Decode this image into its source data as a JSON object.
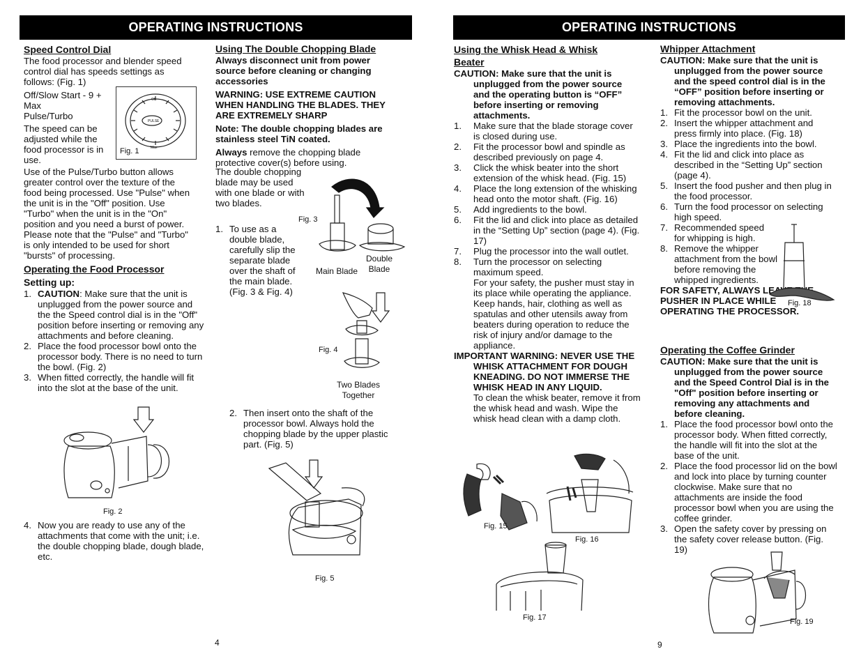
{
  "left_page": {
    "banner": "OPERATING INSTRUCTIONS",
    "page_number": "4",
    "speed_control": {
      "heading": "Speed Control Dial",
      "p1": "The food processor and blender speed control dial has speeds settings as follows: (Fig. 1)",
      "p2_l1": "Off/Slow Start - 9 +",
      "p2_l2": "Max",
      "p2_l3": "Pulse/Turbo",
      "p3": "The speed can be adjusted while the food processor is in use.",
      "p4": "Use of the Pulse/Turbo button allows greater control over the texture of the food being processed. Use \"Pulse\" when the unit is in the \"Off\" position. Use \"Turbo\" when the unit is in the \"On\" position and you need a burst of power. Please note that the \"Pulse\" and \"Turbo\" is only intended to be used for short \"bursts\" of processing."
    },
    "operating": {
      "heading": "Operating the Food Processor",
      "subheading": "Setting up:",
      "step1_bold": "CAUTION",
      "step1_rest": ": Make sure that the unit is unplugged from the power source and the the Speed control dial is in the \"Off\" position before inserting or removing any attachments and before cleaning.",
      "step2": "Place the food processor bowl onto the processor body. There is no need to turn the bowl. (Fig. 2)",
      "step3": "When fitted correctly, the handle will fit into the slot at the base of the unit.",
      "step4": "Now you are ready to use any of the attachments that come with the unit; i.e. the double chopping blade, dough blade, etc."
    },
    "chopping": {
      "heading": "Using The Double Chopping Blade",
      "p1": "Always disconnect unit from power source before cleaning or changing accessories",
      "warning": "WARNING: USE EXTREME CAUTION WHEN HANDLING THE BLADES. THEY ARE EXTREMELY SHARP",
      "note": "Note: The double chopping blades are stainless steel TiN coated.",
      "p2_bold": "Always",
      "p2_rest": " remove the chopping blade protective cover(s) before using.",
      "p3": "The double chopping blade may be used with one blade or with two blades.",
      "step1": "To use as a double blade, carefully slip the separate blade over the shaft of the main blade. (Fig. 3 & Fig. 4)",
      "step2": "Then insert onto the shaft of the processor bowl. Always hold the chopping blade by the upper plastic part. (Fig. 5)"
    },
    "captions": {
      "fig1": "Fig. 1",
      "fig2": "Fig. 2",
      "fig3": "Fig. 3",
      "fig4": "Fig. 4",
      "fig5": "Fig. 5",
      "main_blade": "Main Blade",
      "double_blade": "Double Blade",
      "two_blades": "Two Blades Together",
      "dial_pulse": "PULSE",
      "dial_off": "Off",
      "dial_max": "Max"
    }
  },
  "right_page": {
    "banner": "OPERATING INSTRUCTIONS",
    "page_number": "9",
    "whisk": {
      "heading": "Using the Whisk Head & Whisk Beater",
      "caution_lead": "CAUTION",
      "caution_rest": ": Make sure that the unit is unplugged from the power source and the operating button is “OFF” before inserting or removing attachments.",
      "steps": [
        "Make sure that the blade storage cover is closed during use.",
        "Fit the processor bowl and spindle as described previously on page 4.",
        "Click the whisk beater into the short extension of the whisk head. (Fig. 15)",
        "Place the long extension of the whisking head onto the motor shaft. (Fig. 16)",
        "Add ingredients to the bowl.",
        "Fit the lid and click into place as detailed in the “Setting Up” section (page 4). (Fig. 17)",
        "Plug the processor into the wall outlet.",
        "Turn the processor on selecting maximum speed."
      ],
      "step8_extra": "For your safety, the pusher must stay in its place while operating the appliance. Keep hands, hair, clothing as well as spatulas and other utensils away from beaters during operation to reduce the risk of injury and/or damage to the appliance.",
      "important": "IMPORTANT WARNING: NEVER USE THE WHISK ATTACHMENT FOR DOUGH KNEADING. DO NOT IMMERSE THE WHISK HEAD IN ANY LIQUID.",
      "clean": "To clean the whisk beater, remove it from the whisk head and wash. Wipe the whisk head clean with a damp cloth."
    },
    "whipper": {
      "heading": "Whipper Attachment",
      "caution": "CAUTION: Make sure that the unit is unplugged from the power source and the speed control dial is in the “OFF” position before inserting or removing attachments.",
      "steps": [
        "Fit the processor bowl on the unit.",
        "Insert the whipper attachment and press firmly into place. (Fig. 18)",
        "Place the ingredients into the bowl.",
        "Fit the lid and click into place as described in the “Setting Up” section (page 4).",
        "Insert the food pusher and then plug in the food processor.",
        "Turn the food processor on selecting high speed.",
        "Recommended speed for whipping is high.",
        "Remove the whipper attachment from the bowl before removing the whipped ingredients."
      ],
      "safety": "FOR SAFETY, ALWAYS LEAVE THE PUSHER IN PLACE WHILE OPERATING THE PROCESSOR."
    },
    "coffee": {
      "heading": "Operating the Coffee Grinder",
      "caution_lead": "CAUTION",
      "caution_rest": ": Make sure that the unit is unplugged from the power source and the Speed Control Dial is in the \"Off\" position before inserting or removing any attachments and before cleaning.",
      "steps": [
        "Place the food processor bowl onto the processor body. When fitted correctly, the handle will fit into the slot at the base of the unit.",
        "Place the food processor lid on the bowl and lock into place by turning counter clockwise. Make sure that no attachments are inside the food processor bowl when you are using the coffee grinder.",
        "Open the safety cover by pressing on the safety cover release button. (Fig. 19)"
      ]
    },
    "captions": {
      "fig15": "Fig. 15",
      "fig16": "Fig. 16",
      "fig17": "Fig. 17",
      "fig18": "Fig. 18",
      "fig19": "Fig. 19"
    }
  }
}
